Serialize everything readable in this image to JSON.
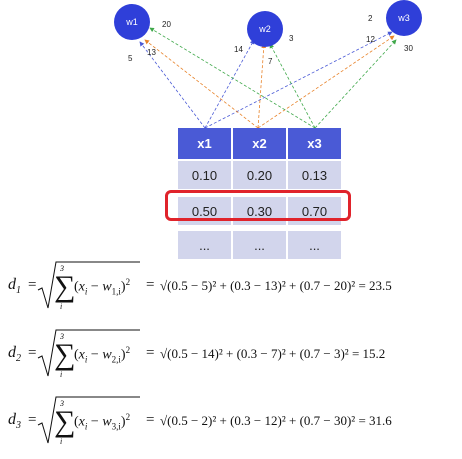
{
  "nodes": [
    {
      "label": "w1"
    },
    {
      "label": "w2"
    },
    {
      "label": "w3"
    }
  ],
  "weights": {
    "w1": [
      "5",
      "13",
      "20"
    ],
    "w2": [
      "14",
      "7",
      "3"
    ],
    "w3": [
      "2",
      "12",
      "30"
    ]
  },
  "table": {
    "headers": [
      "x1",
      "x2",
      "x3"
    ],
    "rows": [
      [
        "0.10",
        "0.20",
        "0.13"
      ],
      [
        "0.50",
        "0.30",
        "0.70"
      ],
      [
        "...",
        "...",
        "..."
      ]
    ]
  },
  "equations": [
    {
      "lhs_var": "d",
      "lhs_sub": "1",
      "sum_top": "3",
      "sum_bottom": "i",
      "term_sub": "1,i",
      "rhs": "√(0.5 − 5)² + (0.3 − 13)² + (0.7 − 20)² = 23.5"
    },
    {
      "lhs_var": "d",
      "lhs_sub": "2",
      "sum_top": "3",
      "sum_bottom": "i",
      "term_sub": "2,i",
      "rhs": "√(0.5 − 14)² + (0.3 − 7)² + (0.7 − 3)² = 15.2"
    },
    {
      "lhs_var": "d",
      "lhs_sub": "3",
      "sum_top": "3",
      "sum_bottom": "i",
      "term_sub": "3,i",
      "rhs": "√(0.5 − 2)² + (0.3 − 12)² + (0.7 − 30)² = 31.6"
    }
  ],
  "colors": {
    "node": "#2f3fd9",
    "header": "#4a5ad6",
    "row": "#d2d5ec",
    "highlight": "#e0232b",
    "edge_x1": "#4a5ad6",
    "edge_x2": "#e8832a",
    "edge_x3": "#3fa84a"
  }
}
